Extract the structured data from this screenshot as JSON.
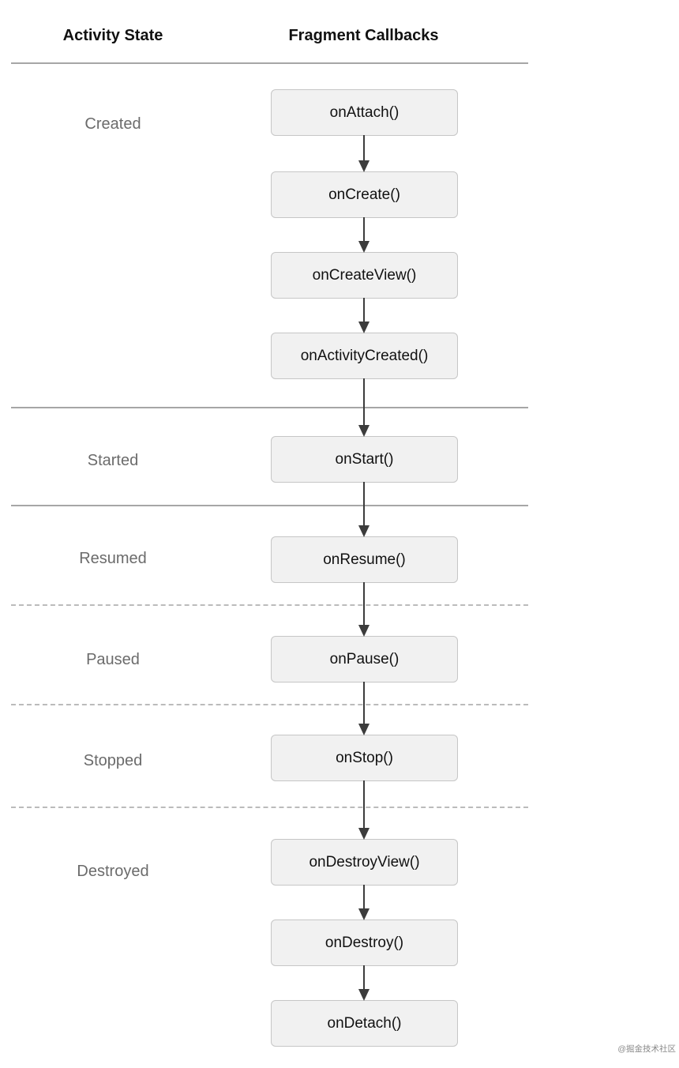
{
  "header": {
    "activity_state": "Activity State",
    "fragment_callbacks": "Fragment Callbacks"
  },
  "sections": [
    {
      "state": "Created",
      "divider_above": "none",
      "callbacks": [
        "onAttach()",
        "onCreate()",
        "onCreateView()",
        "onActivityCreated()"
      ]
    },
    {
      "state": "Started",
      "divider_above": "solid",
      "callbacks": [
        "onStart()"
      ]
    },
    {
      "state": "Resumed",
      "divider_above": "solid",
      "callbacks": [
        "onResume()"
      ]
    },
    {
      "state": "Paused",
      "divider_above": "dashed",
      "callbacks": [
        "onPause()"
      ]
    },
    {
      "state": "Stopped",
      "divider_above": "dashed",
      "callbacks": [
        "onStop()"
      ]
    },
    {
      "state": "Destroyed",
      "divider_above": "dashed",
      "callbacks": [
        "onDestroyView()",
        "onDestroy()",
        "onDetach()"
      ]
    }
  ],
  "watermark": "@掘金技术社区",
  "colors": {
    "box_bg": "#f1f1f1",
    "box_border": "#c6c6c6",
    "solid_divider": "#a6a6a6",
    "dashed_divider": "#bbbbbb",
    "arrow": "#3c3c3c",
    "state_text": "#6b6b6b",
    "callback_text": "#111111"
  }
}
